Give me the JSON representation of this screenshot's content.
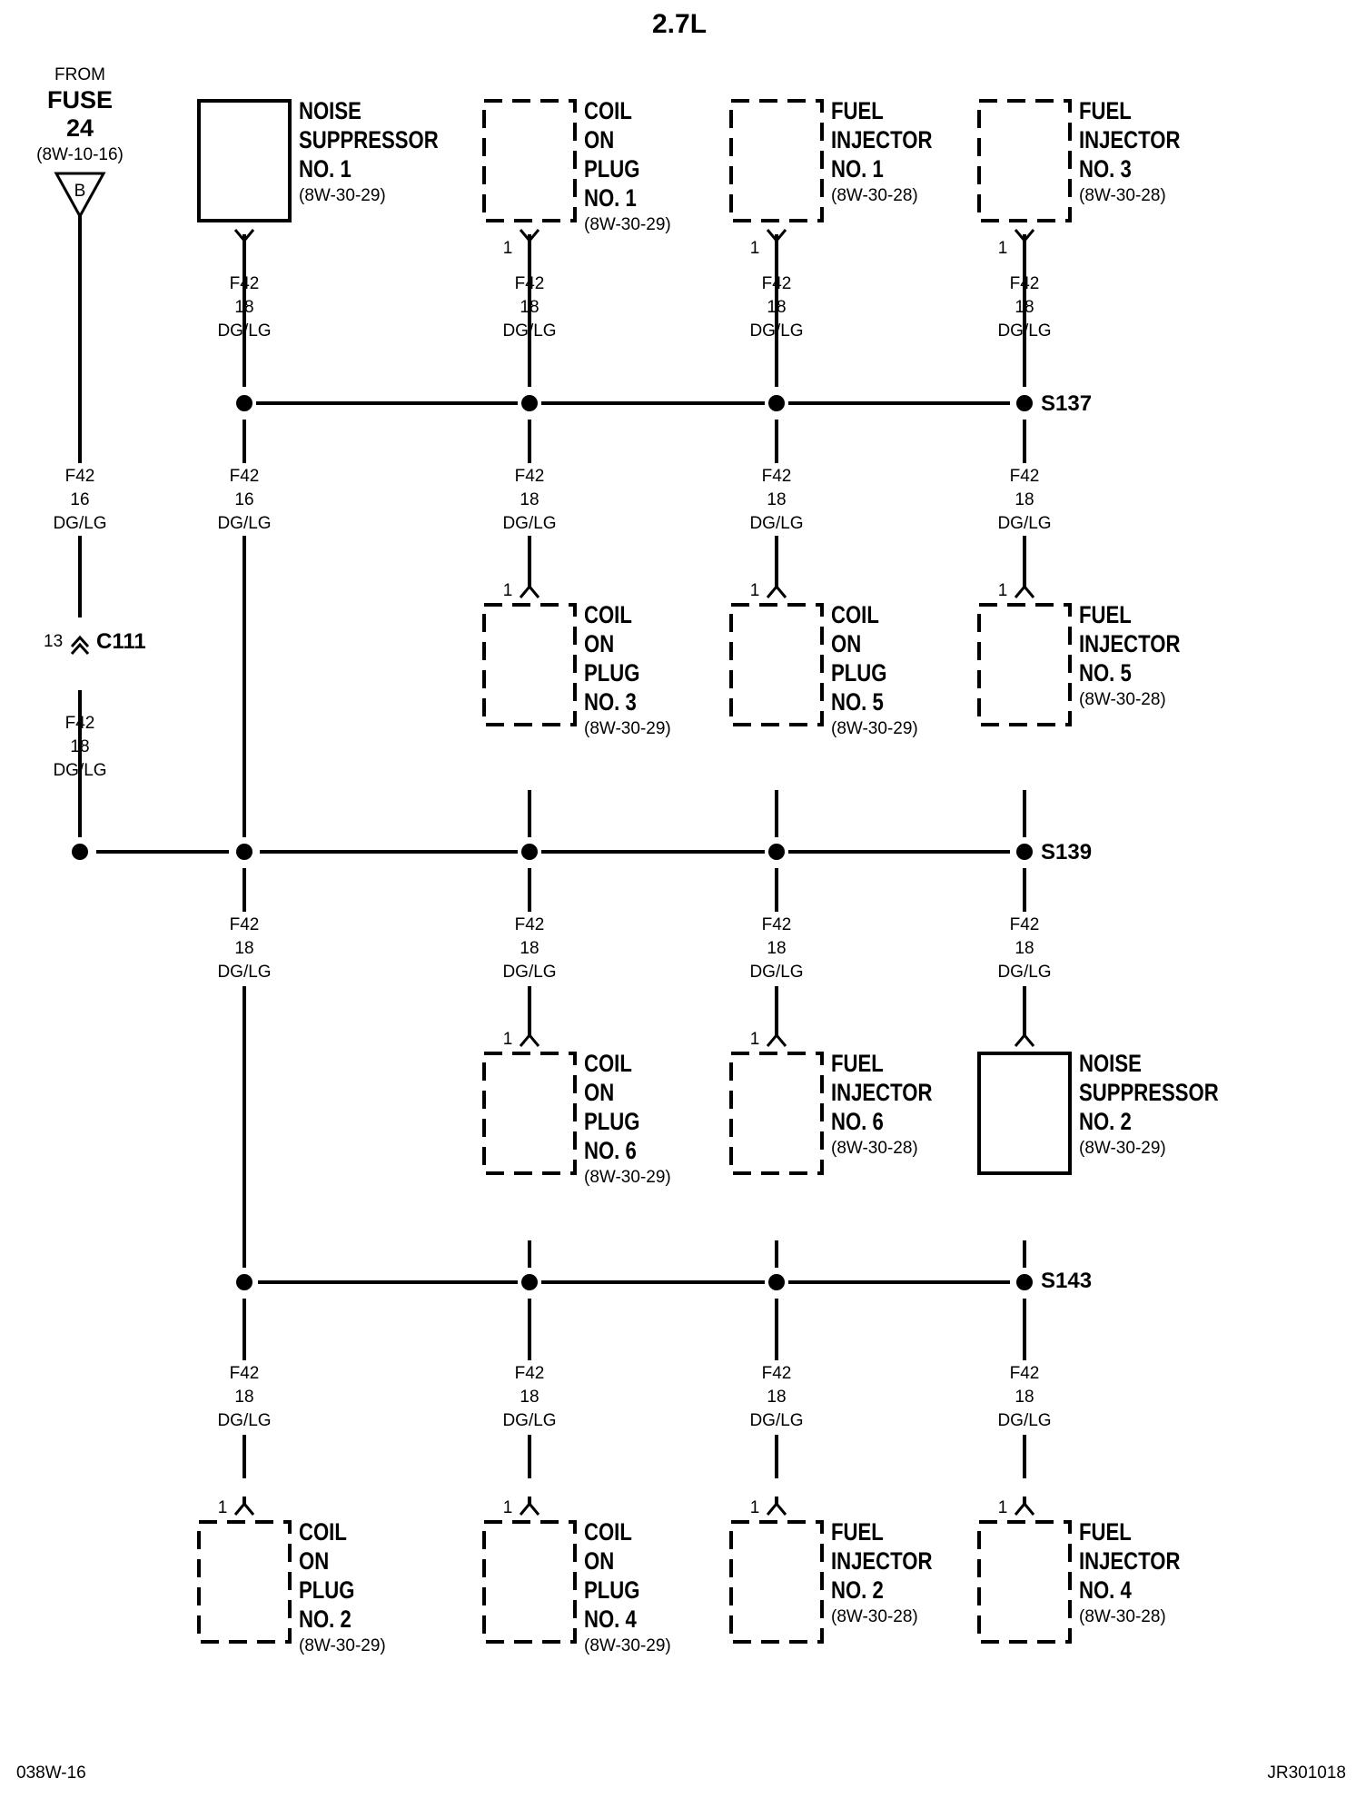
{
  "title": "2.7L",
  "footer": {
    "left": "038W-16",
    "right": "JR301018"
  },
  "source": {
    "line1": "FROM",
    "line2": "FUSE",
    "line3": "24",
    "ref": "(8W-10-16)",
    "symbol": "B"
  },
  "connector": {
    "pin": "13",
    "name": "C111"
  },
  "splices": {
    "s137": "S137",
    "s139": "S139",
    "s143": "S143"
  },
  "wire_codes": {
    "circuit": "F42",
    "gauge_16": "16",
    "gauge_18": "18",
    "color": "DG/LG"
  },
  "pin_number": "1",
  "components": {
    "ns1": {
      "l1": "NOISE",
      "l2": "SUPPRESSOR",
      "l3": "NO. 1",
      "ref": "(8W-30-29)"
    },
    "cop1": {
      "l1": "COIL",
      "l2": "ON",
      "l3": "PLUG",
      "l4": "NO. 1",
      "ref": "(8W-30-29)"
    },
    "fi1": {
      "l1": "FUEL",
      "l2": "INJECTOR",
      "l3": "NO. 1",
      "ref": "(8W-30-28)"
    },
    "fi3": {
      "l1": "FUEL",
      "l2": "INJECTOR",
      "l3": "NO. 3",
      "ref": "(8W-30-28)"
    },
    "cop3": {
      "l1": "COIL",
      "l2": "ON",
      "l3": "PLUG",
      "l4": "NO. 3",
      "ref": "(8W-30-29)"
    },
    "cop5": {
      "l1": "COIL",
      "l2": "ON",
      "l3": "PLUG",
      "l4": "NO. 5",
      "ref": "(8W-30-29)"
    },
    "fi5": {
      "l1": "FUEL",
      "l2": "INJECTOR",
      "l3": "NO. 5",
      "ref": "(8W-30-28)"
    },
    "cop6": {
      "l1": "COIL",
      "l2": "ON",
      "l3": "PLUG",
      "l4": "NO. 6",
      "ref": "(8W-30-29)"
    },
    "fi6": {
      "l1": "FUEL",
      "l2": "INJECTOR",
      "l3": "NO. 6",
      "ref": "(8W-30-28)"
    },
    "ns2": {
      "l1": "NOISE",
      "l2": "SUPPRESSOR",
      "l3": "NO. 2",
      "ref": "(8W-30-29)"
    },
    "cop2": {
      "l1": "COIL",
      "l2": "ON",
      "l3": "PLUG",
      "l4": "NO. 2",
      "ref": "(8W-30-29)"
    },
    "cop4": {
      "l1": "COIL",
      "l2": "ON",
      "l3": "PLUG",
      "l4": "NO. 4",
      "ref": "(8W-30-29)"
    },
    "fi2": {
      "l1": "FUEL",
      "l2": "INJECTOR",
      "l3": "NO. 2",
      "ref": "(8W-30-28)"
    },
    "fi4": {
      "l1": "FUEL",
      "l2": "INJECTOR",
      "l3": "NO. 4",
      "ref": "(8W-30-28)"
    }
  }
}
